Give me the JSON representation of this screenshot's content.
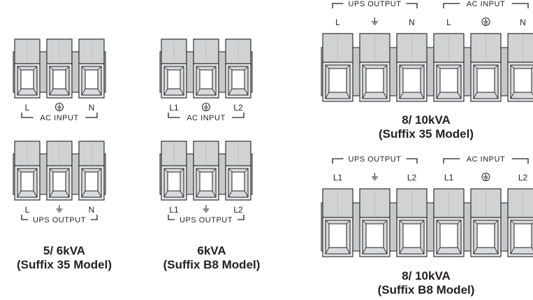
{
  "colors": {
    "ink": "#231f20",
    "terminal_light": "#d1d2d4",
    "terminal_face": "#e6e7e8",
    "terminal_dark": "#bcbec0"
  },
  "blocks": [
    {
      "id": "block-5-6kva-suffix35",
      "caption": [
        "5/ 6kVA",
        "(Suffix 35 Model)"
      ],
      "panels": [
        {
          "id": "input",
          "group": "AC INPUT",
          "bracket": "below",
          "terminals": [
            "L",
            "ground",
            "N"
          ]
        },
        {
          "id": "output",
          "group": "UPS OUTPUT",
          "bracket": "below",
          "terminals": [
            "L",
            "neutral-ground",
            "N"
          ]
        }
      ]
    },
    {
      "id": "block-6kva-suffixb8",
      "caption": [
        "6kVA",
        "(Suffix B8 Model)"
      ],
      "panels": [
        {
          "id": "input",
          "group": "AC INPUT",
          "bracket": "below",
          "terminals": [
            "L1",
            "ground",
            "L2"
          ]
        },
        {
          "id": "output",
          "group": "UPS OUTPUT",
          "bracket": "below",
          "terminals": [
            "L1",
            "neutral-ground",
            "L2"
          ]
        }
      ]
    },
    {
      "id": "block-8-10kva-suffix35",
      "caption": [
        "8/ 10kVA",
        "(Suffix 35 Model)"
      ],
      "panels": [
        {
          "id": "combined",
          "groups": [
            "UPS OUTPUT",
            "AC INPUT"
          ],
          "bracket": "above",
          "terminals": [
            "L",
            "neutral-ground",
            "N",
            "L",
            "ground",
            "N"
          ]
        }
      ]
    },
    {
      "id": "block-8-10kva-suffixb8",
      "caption": [
        "8/ 10kVA",
        "(Suffix B8 Model)"
      ],
      "panels": [
        {
          "id": "combined",
          "groups": [
            "UPS OUTPUT",
            "AC INPUT"
          ],
          "bracket": "above",
          "terminals": [
            "L1",
            "neutral-ground",
            "L2",
            "L1",
            "ground",
            "L2"
          ]
        }
      ]
    }
  ]
}
